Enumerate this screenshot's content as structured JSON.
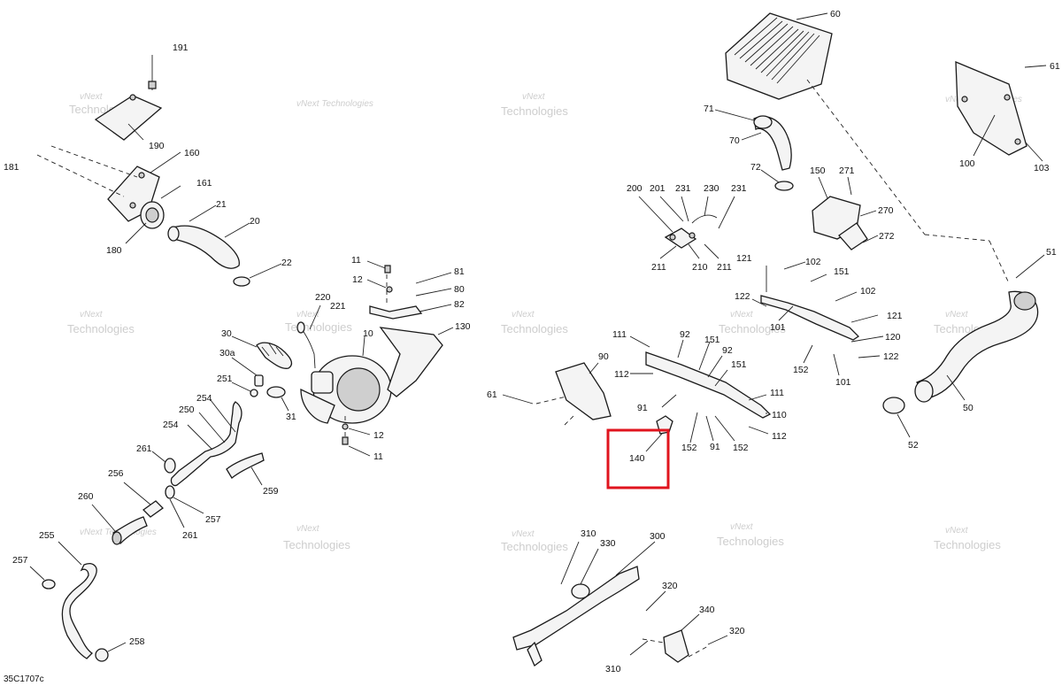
{
  "watermark": {
    "line1": "vNext",
    "line2": "Technologies",
    "alt": "vNext Technologies"
  },
  "diagram_code": "35C1707c",
  "highlight_label": "140",
  "callouts": {
    "c191": "191",
    "c190": "190",
    "c181": "181",
    "c160": "160",
    "c161": "161",
    "c21": "21",
    "c20": "20",
    "c180": "180",
    "c22": "22",
    "c11a": "11",
    "c12a": "12",
    "c81": "81",
    "c80": "80",
    "c82": "82",
    "c220": "220",
    "c221": "221",
    "c130": "130",
    "c30": "30",
    "c30a": "30a",
    "c10": "10",
    "c251": "251",
    "c31": "31",
    "c12b": "12",
    "c11b": "11",
    "c250": "250",
    "c254a": "254",
    "c254b": "254",
    "c261a": "261",
    "c256": "256",
    "c259": "259",
    "c260": "260",
    "c257a": "257",
    "c261b": "261",
    "c255": "255",
    "c257b": "257",
    "c258": "258",
    "c60": "60",
    "c61a": "61",
    "c71": "71",
    "c70": "70",
    "c72": "72",
    "c100": "100",
    "c103": "103",
    "c150": "150",
    "c271": "271",
    "c270": "270",
    "c272": "272",
    "c200": "200",
    "c201": "201",
    "c231a": "231",
    "c230": "230",
    "c231b": "231",
    "c211a": "211",
    "c210": "210",
    "c211b": "211",
    "c121a": "121",
    "c102a": "102",
    "c151a": "151",
    "c122a": "122",
    "c102b": "102",
    "c101a": "101",
    "c121b": "121",
    "c120": "120",
    "c152a": "152",
    "c101b": "101",
    "c122b": "122",
    "c51": "51",
    "c111a": "111",
    "c92a": "92",
    "c151b": "151",
    "c90": "90",
    "c92b": "92",
    "c112a": "112",
    "c151c": "151",
    "c61b": "61",
    "c91a": "91",
    "c111b": "111",
    "c110": "110",
    "c112b": "112",
    "c152b": "152",
    "c91b": "91",
    "c152c": "152",
    "c50": "50",
    "c52": "52",
    "c310a": "310",
    "c330": "330",
    "c300": "300",
    "c320a": "320",
    "c340": "340",
    "c320b": "320",
    "c310b": "310"
  },
  "colors": {
    "highlight": "#e0141e",
    "line": "#1a1a1a",
    "watermark": "#bdbdbd"
  }
}
